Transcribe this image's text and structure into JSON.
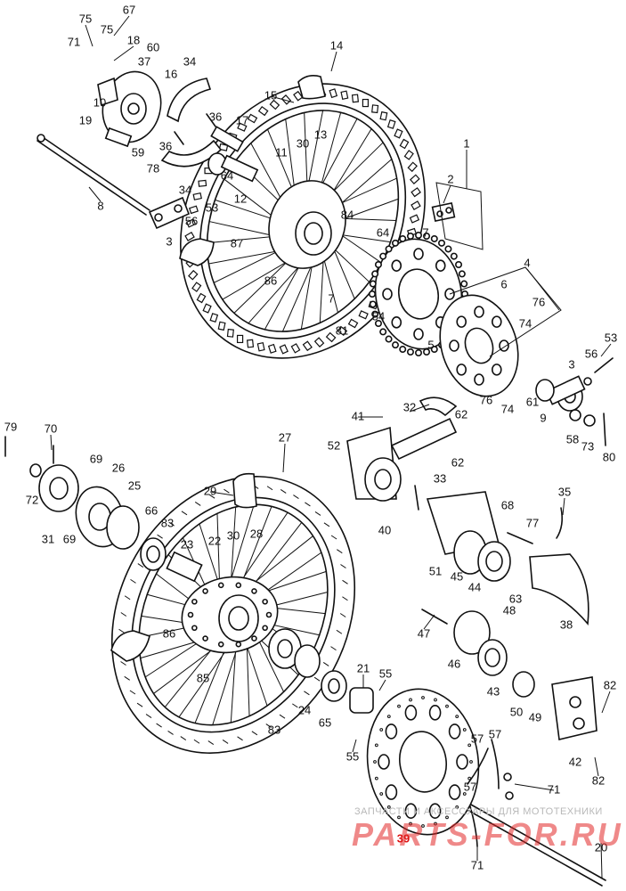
{
  "diagram": {
    "callouts": [
      {
        "id": "c1",
        "text": "1"
      },
      {
        "id": "c2",
        "text": "2"
      },
      {
        "id": "c3",
        "text": "3"
      },
      {
        "id": "c3b",
        "text": "3"
      },
      {
        "id": "c4",
        "text": "4"
      },
      {
        "id": "c5",
        "text": "5"
      },
      {
        "id": "c6",
        "text": "6"
      },
      {
        "id": "c7",
        "text": "7"
      },
      {
        "id": "c7b",
        "text": "7"
      },
      {
        "id": "c8",
        "text": "8"
      },
      {
        "id": "c9",
        "text": "9"
      },
      {
        "id": "c10",
        "text": "10"
      },
      {
        "id": "c11",
        "text": "11"
      },
      {
        "id": "c12",
        "text": "12"
      },
      {
        "id": "c13",
        "text": "13"
      },
      {
        "id": "c14",
        "text": "14"
      },
      {
        "id": "c15",
        "text": "15"
      },
      {
        "id": "c16",
        "text": "16"
      },
      {
        "id": "c17",
        "text": "17"
      },
      {
        "id": "c18",
        "text": "18"
      },
      {
        "id": "c19",
        "text": "19"
      },
      {
        "id": "c20",
        "text": "20"
      },
      {
        "id": "c21",
        "text": "21"
      },
      {
        "id": "c22",
        "text": "22"
      },
      {
        "id": "c23",
        "text": "23"
      },
      {
        "id": "c24",
        "text": "24"
      },
      {
        "id": "c25",
        "text": "25"
      },
      {
        "id": "c26",
        "text": "26"
      },
      {
        "id": "c27",
        "text": "27"
      },
      {
        "id": "c28",
        "text": "28"
      },
      {
        "id": "c29",
        "text": "29"
      },
      {
        "id": "c30",
        "text": "30"
      },
      {
        "id": "c30b",
        "text": "30"
      },
      {
        "id": "c31",
        "text": "31"
      },
      {
        "id": "c32",
        "text": "32"
      },
      {
        "id": "c33",
        "text": "33"
      },
      {
        "id": "c34",
        "text": "34"
      },
      {
        "id": "c34b",
        "text": "34"
      },
      {
        "id": "c35",
        "text": "35"
      },
      {
        "id": "c36",
        "text": "36"
      },
      {
        "id": "c36b",
        "text": "36"
      },
      {
        "id": "c37",
        "text": "37"
      },
      {
        "id": "c38",
        "text": "38"
      },
      {
        "id": "c39",
        "text": "39"
      },
      {
        "id": "c40",
        "text": "40"
      },
      {
        "id": "c41",
        "text": "41"
      },
      {
        "id": "c42",
        "text": "42"
      },
      {
        "id": "c43",
        "text": "43"
      },
      {
        "id": "c44",
        "text": "44"
      },
      {
        "id": "c45",
        "text": "45"
      },
      {
        "id": "c46",
        "text": "46"
      },
      {
        "id": "c47",
        "text": "47"
      },
      {
        "id": "c48",
        "text": "48"
      },
      {
        "id": "c49",
        "text": "49"
      },
      {
        "id": "c50",
        "text": "50"
      },
      {
        "id": "c51",
        "text": "51"
      },
      {
        "id": "c52",
        "text": "52"
      },
      {
        "id": "c53",
        "text": "53"
      },
      {
        "id": "c53b",
        "text": "53"
      },
      {
        "id": "c54",
        "text": "54"
      },
      {
        "id": "c55",
        "text": "55"
      },
      {
        "id": "c55b",
        "text": "55"
      },
      {
        "id": "c56",
        "text": "56"
      },
      {
        "id": "c56b",
        "text": "56"
      },
      {
        "id": "c57",
        "text": "57"
      },
      {
        "id": "c57b",
        "text": "57"
      },
      {
        "id": "c57c",
        "text": "57"
      },
      {
        "id": "c58",
        "text": "58"
      },
      {
        "id": "c59",
        "text": "59"
      },
      {
        "id": "c60",
        "text": "60"
      },
      {
        "id": "c61",
        "text": "61"
      },
      {
        "id": "c62",
        "text": "62"
      },
      {
        "id": "c62b",
        "text": "62"
      },
      {
        "id": "c63",
        "text": "63"
      },
      {
        "id": "c64",
        "text": "64"
      },
      {
        "id": "c64b",
        "text": "64"
      },
      {
        "id": "c65",
        "text": "65"
      },
      {
        "id": "c66",
        "text": "66"
      },
      {
        "id": "c67",
        "text": "67"
      },
      {
        "id": "c68",
        "text": "68"
      },
      {
        "id": "c69",
        "text": "69"
      },
      {
        "id": "c69b",
        "text": "69"
      },
      {
        "id": "c70",
        "text": "70"
      },
      {
        "id": "c71",
        "text": "71"
      },
      {
        "id": "c71b",
        "text": "71"
      },
      {
        "id": "c71c",
        "text": "71"
      },
      {
        "id": "c72",
        "text": "72"
      },
      {
        "id": "c73",
        "text": "73"
      },
      {
        "id": "c74",
        "text": "74"
      },
      {
        "id": "c74b",
        "text": "74"
      },
      {
        "id": "c75",
        "text": "75"
      },
      {
        "id": "c75b",
        "text": "75"
      },
      {
        "id": "c76",
        "text": "76"
      },
      {
        "id": "c76b",
        "text": "76"
      },
      {
        "id": "c77",
        "text": "77"
      },
      {
        "id": "c78",
        "text": "78"
      },
      {
        "id": "c79",
        "text": "79"
      },
      {
        "id": "c80",
        "text": "80"
      },
      {
        "id": "c81",
        "text": "81"
      },
      {
        "id": "c82",
        "text": "82"
      },
      {
        "id": "c82b",
        "text": "82"
      },
      {
        "id": "c83",
        "text": "83"
      },
      {
        "id": "c83b",
        "text": "83"
      },
      {
        "id": "c84",
        "text": "84"
      },
      {
        "id": "c84b",
        "text": "84"
      },
      {
        "id": "c85",
        "text": "85"
      },
      {
        "id": "c86",
        "text": "86"
      },
      {
        "id": "c86b",
        "text": "86"
      },
      {
        "id": "c87",
        "text": "87"
      }
    ]
  },
  "watermark": {
    "line1": "ЗАПЧАСТИ И АКСЕССУАРЫ ДЛЯ МОТОТЕХНИКИ",
    "line2": "PARTS-FOR.RU"
  },
  "colors": {
    "line": "#111111",
    "background": "#ffffff",
    "highlight_callout": "#dd1111",
    "watermark_red": "#e12828",
    "watermark_gray": "#b8b8b8"
  }
}
